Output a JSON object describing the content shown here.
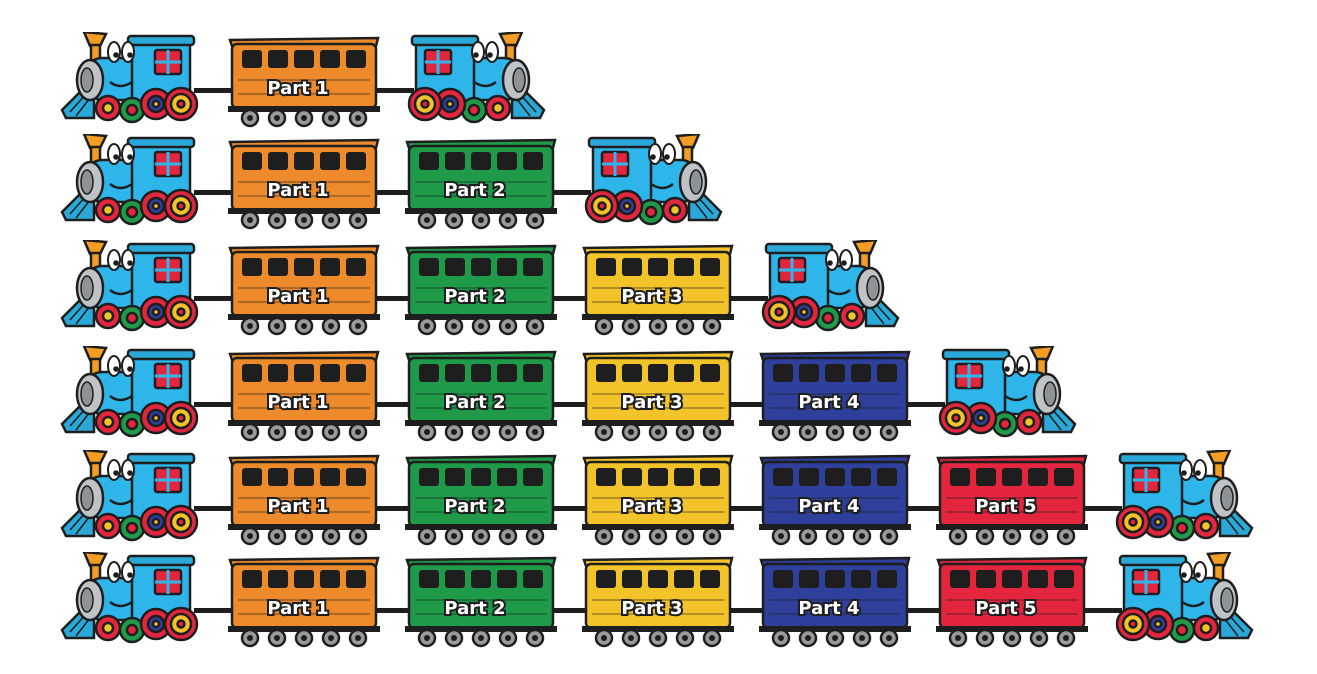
{
  "colors": {
    "part1": "#ec8a2c",
    "part2": "#1f9a49",
    "part3": "#f3c42a",
    "part4": "#2e3f9c",
    "part5": "#e3263e",
    "engine_body": "#2eb6ea",
    "engine_window": "#e3263e",
    "chimney": "#f39d25",
    "outline": "#1e1e1e"
  },
  "trains": [
    {
      "cars": [
        "Part 1"
      ]
    },
    {
      "cars": [
        "Part 1",
        "Part 2"
      ]
    },
    {
      "cars": [
        "Part 1",
        "Part 2",
        "Part 3"
      ]
    },
    {
      "cars": [
        "Part 1",
        "Part 2",
        "Part 3",
        "Part 4"
      ]
    },
    {
      "cars": [
        "Part 1",
        "Part 2",
        "Part 3",
        "Part 4",
        "Part 5"
      ]
    },
    {
      "cars": [
        "Part 1",
        "Part 2",
        "Part 3",
        "Part 4",
        "Part 5"
      ]
    }
  ]
}
